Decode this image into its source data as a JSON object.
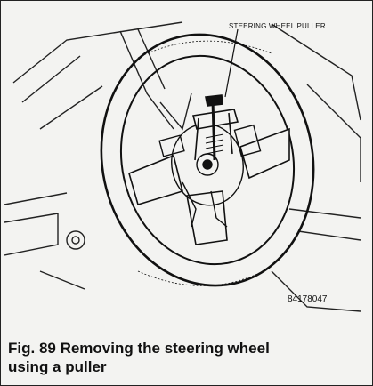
{
  "figure": {
    "callout_label": "STEERING WHEEL PULLER",
    "figure_number": "84178047",
    "caption_line1": "Fig. 89 Removing the steering wheel",
    "caption_line2": "using a puller"
  },
  "colors": {
    "ink": "#111111",
    "paper": "#f3f3f1",
    "border": "#222222"
  },
  "icons": [
    "steering-wheel-illustration",
    "puller-tool-illustration",
    "leader-line"
  ]
}
